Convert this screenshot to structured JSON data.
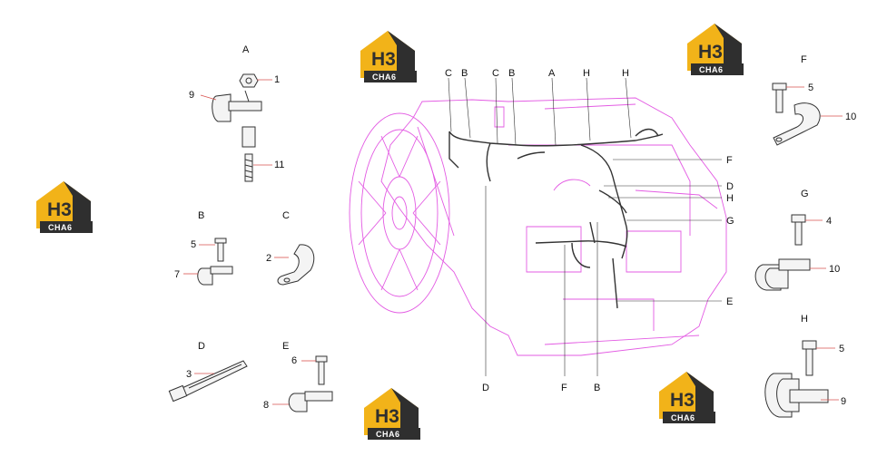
{
  "logo": {
    "main": "H3",
    "sub": "CHA6"
  },
  "section_headers": {
    "A": "A",
    "B": "B",
    "C": "C",
    "D": "D",
    "E": "E",
    "F": "F",
    "G": "G",
    "H": "H"
  },
  "part_numbers": {
    "p1": "1",
    "p2": "2",
    "p3": "3",
    "p4": "4",
    "p5": "5",
    "p6": "6",
    "p7": "7",
    "p8": "8",
    "p9": "9",
    "p10": "10",
    "p11": "11"
  },
  "main_callouts": {
    "top": [
      "C",
      "B",
      "C",
      "B",
      "A",
      "H",
      "H"
    ],
    "right": [
      "F",
      "D",
      "H",
      "G",
      "E"
    ],
    "bottom": [
      "D",
      "F",
      "B"
    ]
  }
}
